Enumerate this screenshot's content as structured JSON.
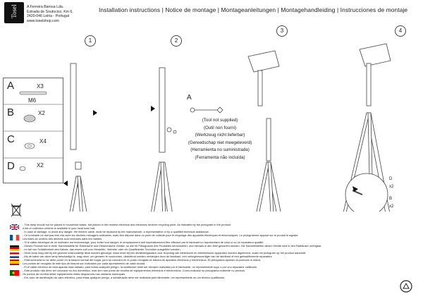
{
  "header": {
    "logo_text": "Tosel",
    "company_lines": [
      "A Ferreira Barosa Lda.",
      "Estrada de Soutocico, Km 6,",
      "2420-046 Leiria - Portugal",
      "www.toselshop.com"
    ],
    "title": "Installation instructions | Notice de montage | Montageanleitungen | Montagehandleiding | Instrucciones de montaje"
  },
  "parts": [
    {
      "letter": "A",
      "qty": "X3",
      "label": "M6"
    },
    {
      "letter": "B",
      "qty": "X2",
      "label": ""
    },
    {
      "letter": "C",
      "qty": "X4",
      "label": ""
    },
    {
      "letter": "D",
      "qty": "X2",
      "label": ""
    }
  ],
  "steps": [
    "1",
    "2",
    "3",
    "4"
  ],
  "step2": {
    "callout": "A",
    "tool_lines": [
      "(Tool not supplied)",
      "(Outil non fourni)",
      "(Werkzeug nicht lieferbar)",
      "(Gereedschap niet meegeleverd)",
      "(Herramienta no suministrada)",
      "(Ferramenta não incluída)"
    ]
  },
  "step4": {
    "labels": [
      {
        "part": "D",
        "qty": "x2"
      },
      {
        "part": "B",
        "qty": "x2"
      }
    ]
  },
  "disclaimer": [
    "- This lamp should not be placed in household waste, but placed in the nearest electrical and electronic devices recycling point. As indicated by the pictogram in the product.",
    "A list of collection centres is available in your local town hall.",
    "- In case of damage, to avoid any danger, the electric cable, must be replaced by the manufacturer, a representative or by a qualified technical assistance.",
    "- Ce luminaire ne doit pas être mis avec les déchets ménagers ordinaires, mais être déposé dans un point de collecte pour le recyclage des appareils électriques et électroniques. Le pictogramme apposé sur le produit le signale.",
    "Les listes de centres des déchets sont recensés dans les mairies.",
    "- Si le câble électrique de ce luminaire est endommagé, pour éviter tout danger, le remplacement doit impérativement être effectué par le fabricant un représentant de celui-ci ou un réparateur qualifié.",
    "- Dieses Produkt soll in einer Sammelstelle für Elektrische und Elektronische Geräte, so wie Im Piktogramm des Produktes demonstriert, und niemals in den Müll geworfen werden. Die Sammelstellen dieser Geräte sind in den Rathäuser verfügbar.",
    "- Im fall von Schädlichkeit des Kabels, das ersetz soll vom Hersteller, Vertreter oder ein Qualifizierter Techniker ausgeführt werden.",
    "- Deze lamp mag niet bij het gewone huishoudelijk afval worden gevoegd, maar moet bij een afvalbrengstation voor recycling van elektrische en elektronische apparaten worden afgeleverd, zoals het pictogram op het product aanduidt.",
    "- Als de kabel van deze lamp beschadigd is, mag deze, om gevaren te voorkomen, uitsluitend worden vervangen door de fabrikant, een vertegenwoordiger van de fabrikant of een gekwalificeerde reparateur.",
    "- Esta luminaria no se debe poner en la basura normal del hogar, pero se colocará en el punto recogida de basura de aparatos eléctricos y electrónicos. El pictograma apuesto al producto lo indica.",
    "Los puntos de recogida de este tipo de basura son indicados por cada ayuntamiento de cada ciudad.",
    "- El el cable eléctrico de esta aparato está dañado, para evitar cualquier peligro, la sustitución debe ser siempre realizada por el fabricante, un representante suyo o por uno reparador calificado.",
    "- Este produto não deve ser colocado no lixo doméstico, mas sim num ponto de recolha de equipamentos eléctricos e electrónicos. Como indicado no pictograma existente no produto.",
    "Os pontos de recolha deste equipamento estão disponíveis nas câmaras municipais.",
    "- Em caso de danificação do cabo eléctrico, para evitar qualquer perigo, a substituição deve ser realizada pelo fabricante, um representante ou um técnico qualificado."
  ],
  "colors": {
    "line": "#444444",
    "logo": "#111111"
  }
}
